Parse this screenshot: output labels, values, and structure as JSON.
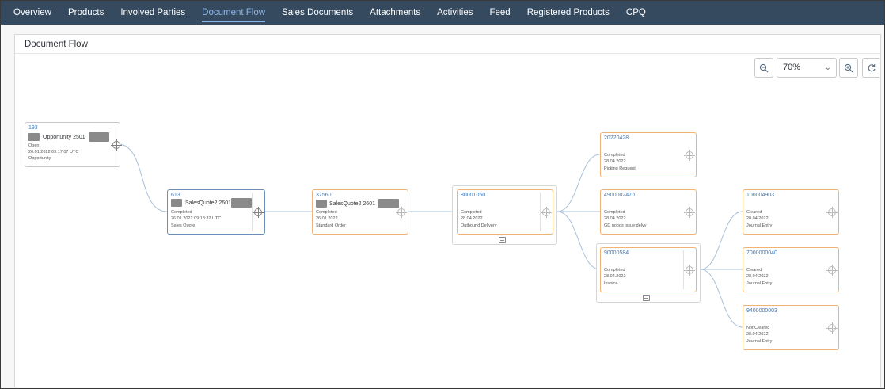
{
  "tabs": [
    {
      "label": "Overview",
      "active": false
    },
    {
      "label": "Products",
      "active": false
    },
    {
      "label": "Involved Parties",
      "active": false
    },
    {
      "label": "Document Flow",
      "active": true
    },
    {
      "label": "Sales Documents",
      "active": false
    },
    {
      "label": "Attachments",
      "active": false
    },
    {
      "label": "Activities",
      "active": false
    },
    {
      "label": "Feed",
      "active": false
    },
    {
      "label": "Registered Products",
      "active": false
    },
    {
      "label": "CPQ",
      "active": false
    }
  ],
  "section_title": "Document Flow",
  "zoom": {
    "value": "70%",
    "icons": [
      "zoom-out-icon",
      "zoom-in-icon",
      "refresh-icon",
      "chevron-down-icon"
    ]
  },
  "nodes": {
    "opportunity": {
      "id": "193",
      "title": "Opportunity 2501",
      "status": "Open",
      "date": "26.01.2022 09:17:07 UTC",
      "type": "Opportunity"
    },
    "quote": {
      "id": "613",
      "title": "SalesQuote2 2601",
      "status": "Completed",
      "date": "26.01.2022 09:18:32 UTC",
      "type": "Sales Quote"
    },
    "order": {
      "id": "37560",
      "title": "SalesQuote2 2601",
      "status": "Completed",
      "date": "26.01.2022",
      "type": "Standard Order"
    },
    "delivery": {
      "id": "80001050",
      "status": "Completed",
      "date": "28.04.2022",
      "type": "Outbound Delivery"
    },
    "picking": {
      "id": "20220428",
      "status": "Completed",
      "date": "28.04.2022",
      "type": "Picking Request"
    },
    "gi": {
      "id": "4900002470",
      "status": "Completed",
      "date": "28.04.2022",
      "type": "GD goods issue:delvy"
    },
    "invoice": {
      "id": "90000584",
      "status": "Completed",
      "date": "28.04.2022",
      "type": "Invoice"
    },
    "je1": {
      "id": "100004903",
      "status": "Cleared",
      "date": "28.04.2022",
      "type": "Journal Entry"
    },
    "je2": {
      "id": "7000000040",
      "status": "Cleared",
      "date": "28.04.2022",
      "type": "Journal Entry"
    },
    "je3": {
      "id": "9400000003",
      "status": "Not Cleared",
      "date": "28.04.2022",
      "type": "Journal Entry"
    }
  },
  "colors": {
    "shell": "#354a5f",
    "active_tab": "#8fb6e8",
    "link": "#3a7ac0",
    "border_orange": "#f0b373",
    "border_selected": "#6a8fb8",
    "connector": "#a9c0d9"
  }
}
